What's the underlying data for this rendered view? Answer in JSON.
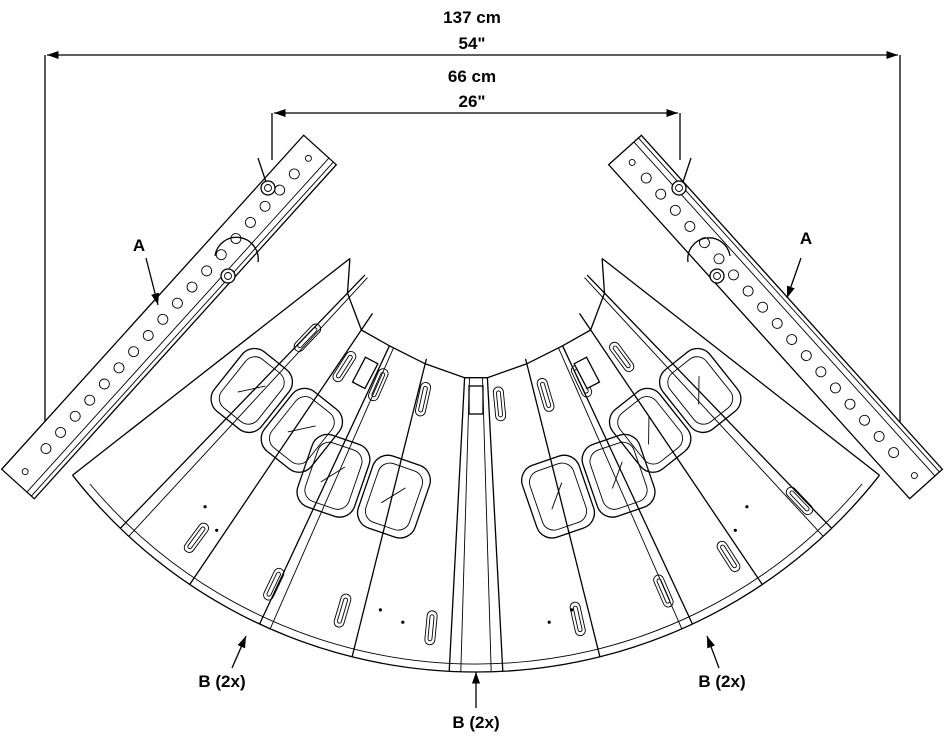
{
  "dimensions": {
    "overall_metric": "137 cm",
    "overall_imperial": "54\"",
    "inner_metric": "66 cm",
    "inner_imperial": "26\""
  },
  "callouts": {
    "a_left": "A",
    "a_right": "A",
    "b_left": "B (2x)",
    "b_center": "B (2x)",
    "b_right": "B (2x)"
  }
}
